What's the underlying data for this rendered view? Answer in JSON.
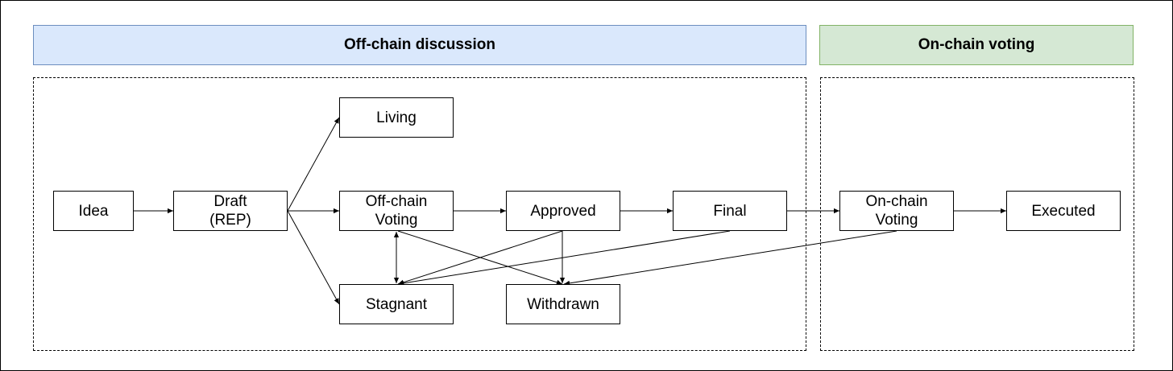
{
  "sections": {
    "offchain": "Off-chain discussion",
    "onchain": "On-chain voting"
  },
  "nodes": {
    "idea": "Idea",
    "draft": "Draft\n(REP)",
    "living": "Living",
    "offchain_voting": "Off-chain\nVoting",
    "approved": "Approved",
    "final": "Final",
    "stagnant": "Stagnant",
    "withdrawn": "Withdrawn",
    "onchain_voting": "On-chain\nVoting",
    "executed": "Executed"
  },
  "edges": [
    {
      "from": "idea",
      "to": "draft"
    },
    {
      "from": "draft",
      "to": "living"
    },
    {
      "from": "draft",
      "to": "offchain_voting"
    },
    {
      "from": "draft",
      "to": "stagnant"
    },
    {
      "from": "offchain_voting",
      "to": "approved"
    },
    {
      "from": "approved",
      "to": "final"
    },
    {
      "from": "final",
      "to": "onchain_voting"
    },
    {
      "from": "onchain_voting",
      "to": "executed"
    },
    {
      "from": "offchain_voting",
      "to": "stagnant"
    },
    {
      "from": "stagnant",
      "to": "offchain_voting"
    },
    {
      "from": "offchain_voting",
      "to": "withdrawn"
    },
    {
      "from": "approved",
      "to": "stagnant"
    },
    {
      "from": "approved",
      "to": "withdrawn"
    },
    {
      "from": "final",
      "to": "stagnant"
    },
    {
      "from": "onchain_voting",
      "to": "withdrawn"
    }
  ]
}
